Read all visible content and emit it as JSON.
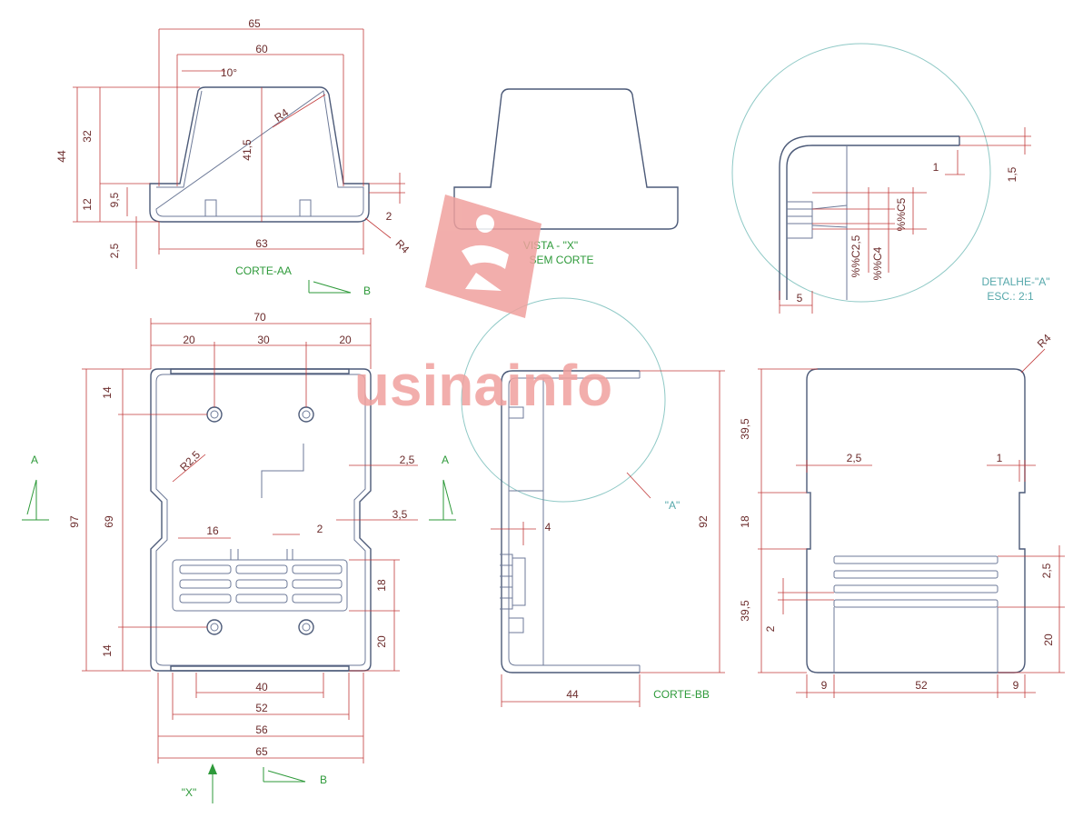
{
  "views": {
    "corte_aa": {
      "label": "CORTE-AA",
      "dims": [
        "65",
        "60",
        "10°",
        "R4",
        "44",
        "32",
        "41,5",
        "12",
        "9,5",
        "2",
        "2,5",
        "63",
        "R4"
      ]
    },
    "vista_x": {
      "label_line1": "VISTA - \"X\"",
      "label_line2": "SEM CORTE"
    },
    "detalhe_a": {
      "label_line1": "DETALHE-\"A\"",
      "label_line2": "ESC.: 2:1",
      "dims": [
        "1",
        "1,5",
        "%%C5",
        "%%C2,5",
        "%%C4",
        "5"
      ]
    },
    "planta": {
      "dims": [
        "70",
        "20",
        "30",
        "20",
        "14",
        "97",
        "69",
        "14",
        "R2,5",
        "16",
        "2",
        "2,5",
        "3,5",
        "18",
        "20",
        "40",
        "52",
        "56",
        "65"
      ],
      "arrow_x_label": "\"X\""
    },
    "corte_bb": {
      "label": "CORTE-BB",
      "dims": [
        "4",
        "92",
        "44",
        "\"A\""
      ]
    },
    "lateral": {
      "dims": [
        "R4",
        "39,5",
        "2,5",
        "1",
        "18",
        "2,5",
        "39,5",
        "2",
        "20",
        "9",
        "52",
        "9"
      ]
    },
    "section_markers": {
      "a_left": "A",
      "a_right": "A",
      "b_top": "B",
      "b_bottom": "B"
    }
  },
  "watermark": {
    "text": "usinainfo",
    "color": "#f0a19e"
  }
}
